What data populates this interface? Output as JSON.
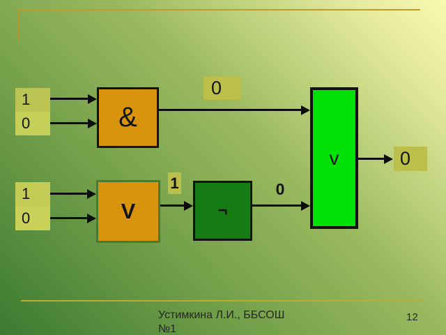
{
  "slide": {
    "footer": {
      "text": "Устимкина Л.И., ББСОШ №1",
      "page_number": "12"
    }
  },
  "diagram": {
    "row1": {
      "input_top": "1",
      "input_bottom": "0",
      "and_gate_label": "&",
      "and_output_label": "0",
      "final_or_label": "v",
      "final_output_label": "0"
    },
    "row2": {
      "input_top": "1",
      "input_bottom": "0",
      "or_gate_label": "V",
      "or_output_label": "1",
      "not_gate_label": "¬",
      "not_output_label": "0"
    }
  },
  "colors": {
    "background_dark_green": "#3c7a31",
    "background_pale_yellow": "#f8f9b2",
    "accent_gold": "#c09c28",
    "and_gate_fill": "#d7940c",
    "or_gate_fill": "#d7940c",
    "or_gate_border": "#4a7a2e",
    "not_gate_fill": "#157c15",
    "final_or_fill": "#00e205",
    "input_box_fill": "#c6cf58",
    "label_box_fill": "#bcbf49",
    "wire_color": "#0d0d0d"
  }
}
